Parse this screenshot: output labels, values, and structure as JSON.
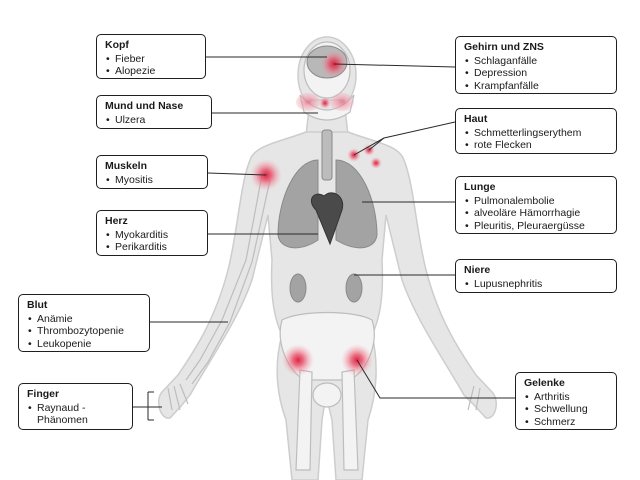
{
  "colors": {
    "body_fill": "#e4e4e4",
    "body_outline": "#cfcfcf",
    "organ_fill": "#9a9a9a",
    "bone_fill": "#f2f2f2",
    "highlight": "#e0334f",
    "leader_line": "#2a2a2a",
    "box_border": "#1f1f1f"
  },
  "boxes": {
    "kopf": {
      "title": "Kopf",
      "items": [
        "Fieber",
        "Alopezie"
      ]
    },
    "mund": {
      "title": "Mund und Nase",
      "items": [
        "Ulzera"
      ]
    },
    "muskeln": {
      "title": "Muskeln",
      "items": [
        "Myositis"
      ]
    },
    "herz": {
      "title": "Herz",
      "items": [
        "Myokarditis",
        "Perikarditis"
      ]
    },
    "blut": {
      "title": "Blut",
      "items": [
        "Anämie",
        "Thrombozytopenie",
        "Leukopenie"
      ]
    },
    "finger": {
      "title": "Finger",
      "items": [
        "Raynaud -",
        "Phänomen"
      ]
    },
    "gehirn": {
      "title": "Gehirn und ZNS",
      "items": [
        "Schlaganfälle",
        "Depression",
        "Krampfanfälle"
      ]
    },
    "haut": {
      "title": "Haut",
      "items": [
        "Schmetterlingserythem",
        "rote Flecken"
      ]
    },
    "lunge": {
      "title": "Lunge",
      "items": [
        "Pulmonalembolie",
        "alveoläre Hämorrhagie",
        "Pleuritis, Pleuraergüsse"
      ]
    },
    "niere": {
      "title": "Niere",
      "items": [
        "Lupusnephritis"
      ]
    },
    "gelenke": {
      "title": "Gelenke",
      "items": [
        "Arthritis",
        "Schwellung",
        "Schmerz"
      ]
    }
  }
}
